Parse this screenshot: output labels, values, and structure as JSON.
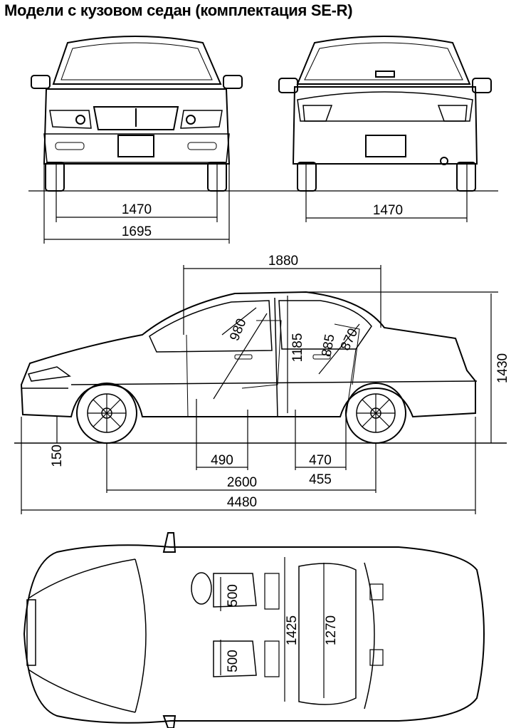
{
  "title": "Модели с кузовом седан (комплектация SE-R)",
  "dimensions": {
    "front_track": "1470",
    "rear_track": "1470",
    "overall_width": "1695",
    "cabin_length": "1880",
    "front_headroom": "980",
    "interior_height": "1185",
    "rear_headroom": "885",
    "rear_seat_height": "870",
    "overall_height": "1430",
    "ground_clearance": "150",
    "front_seat_offset": "490",
    "rear_seat_offset": "470",
    "rear_overhang_ref": "455",
    "wheelbase": "2600",
    "overall_length": "4480",
    "front_seat_width": "500",
    "front_seat_width_2": "500",
    "front_cabin_width": "1425",
    "rear_cabin_width": "1270"
  }
}
